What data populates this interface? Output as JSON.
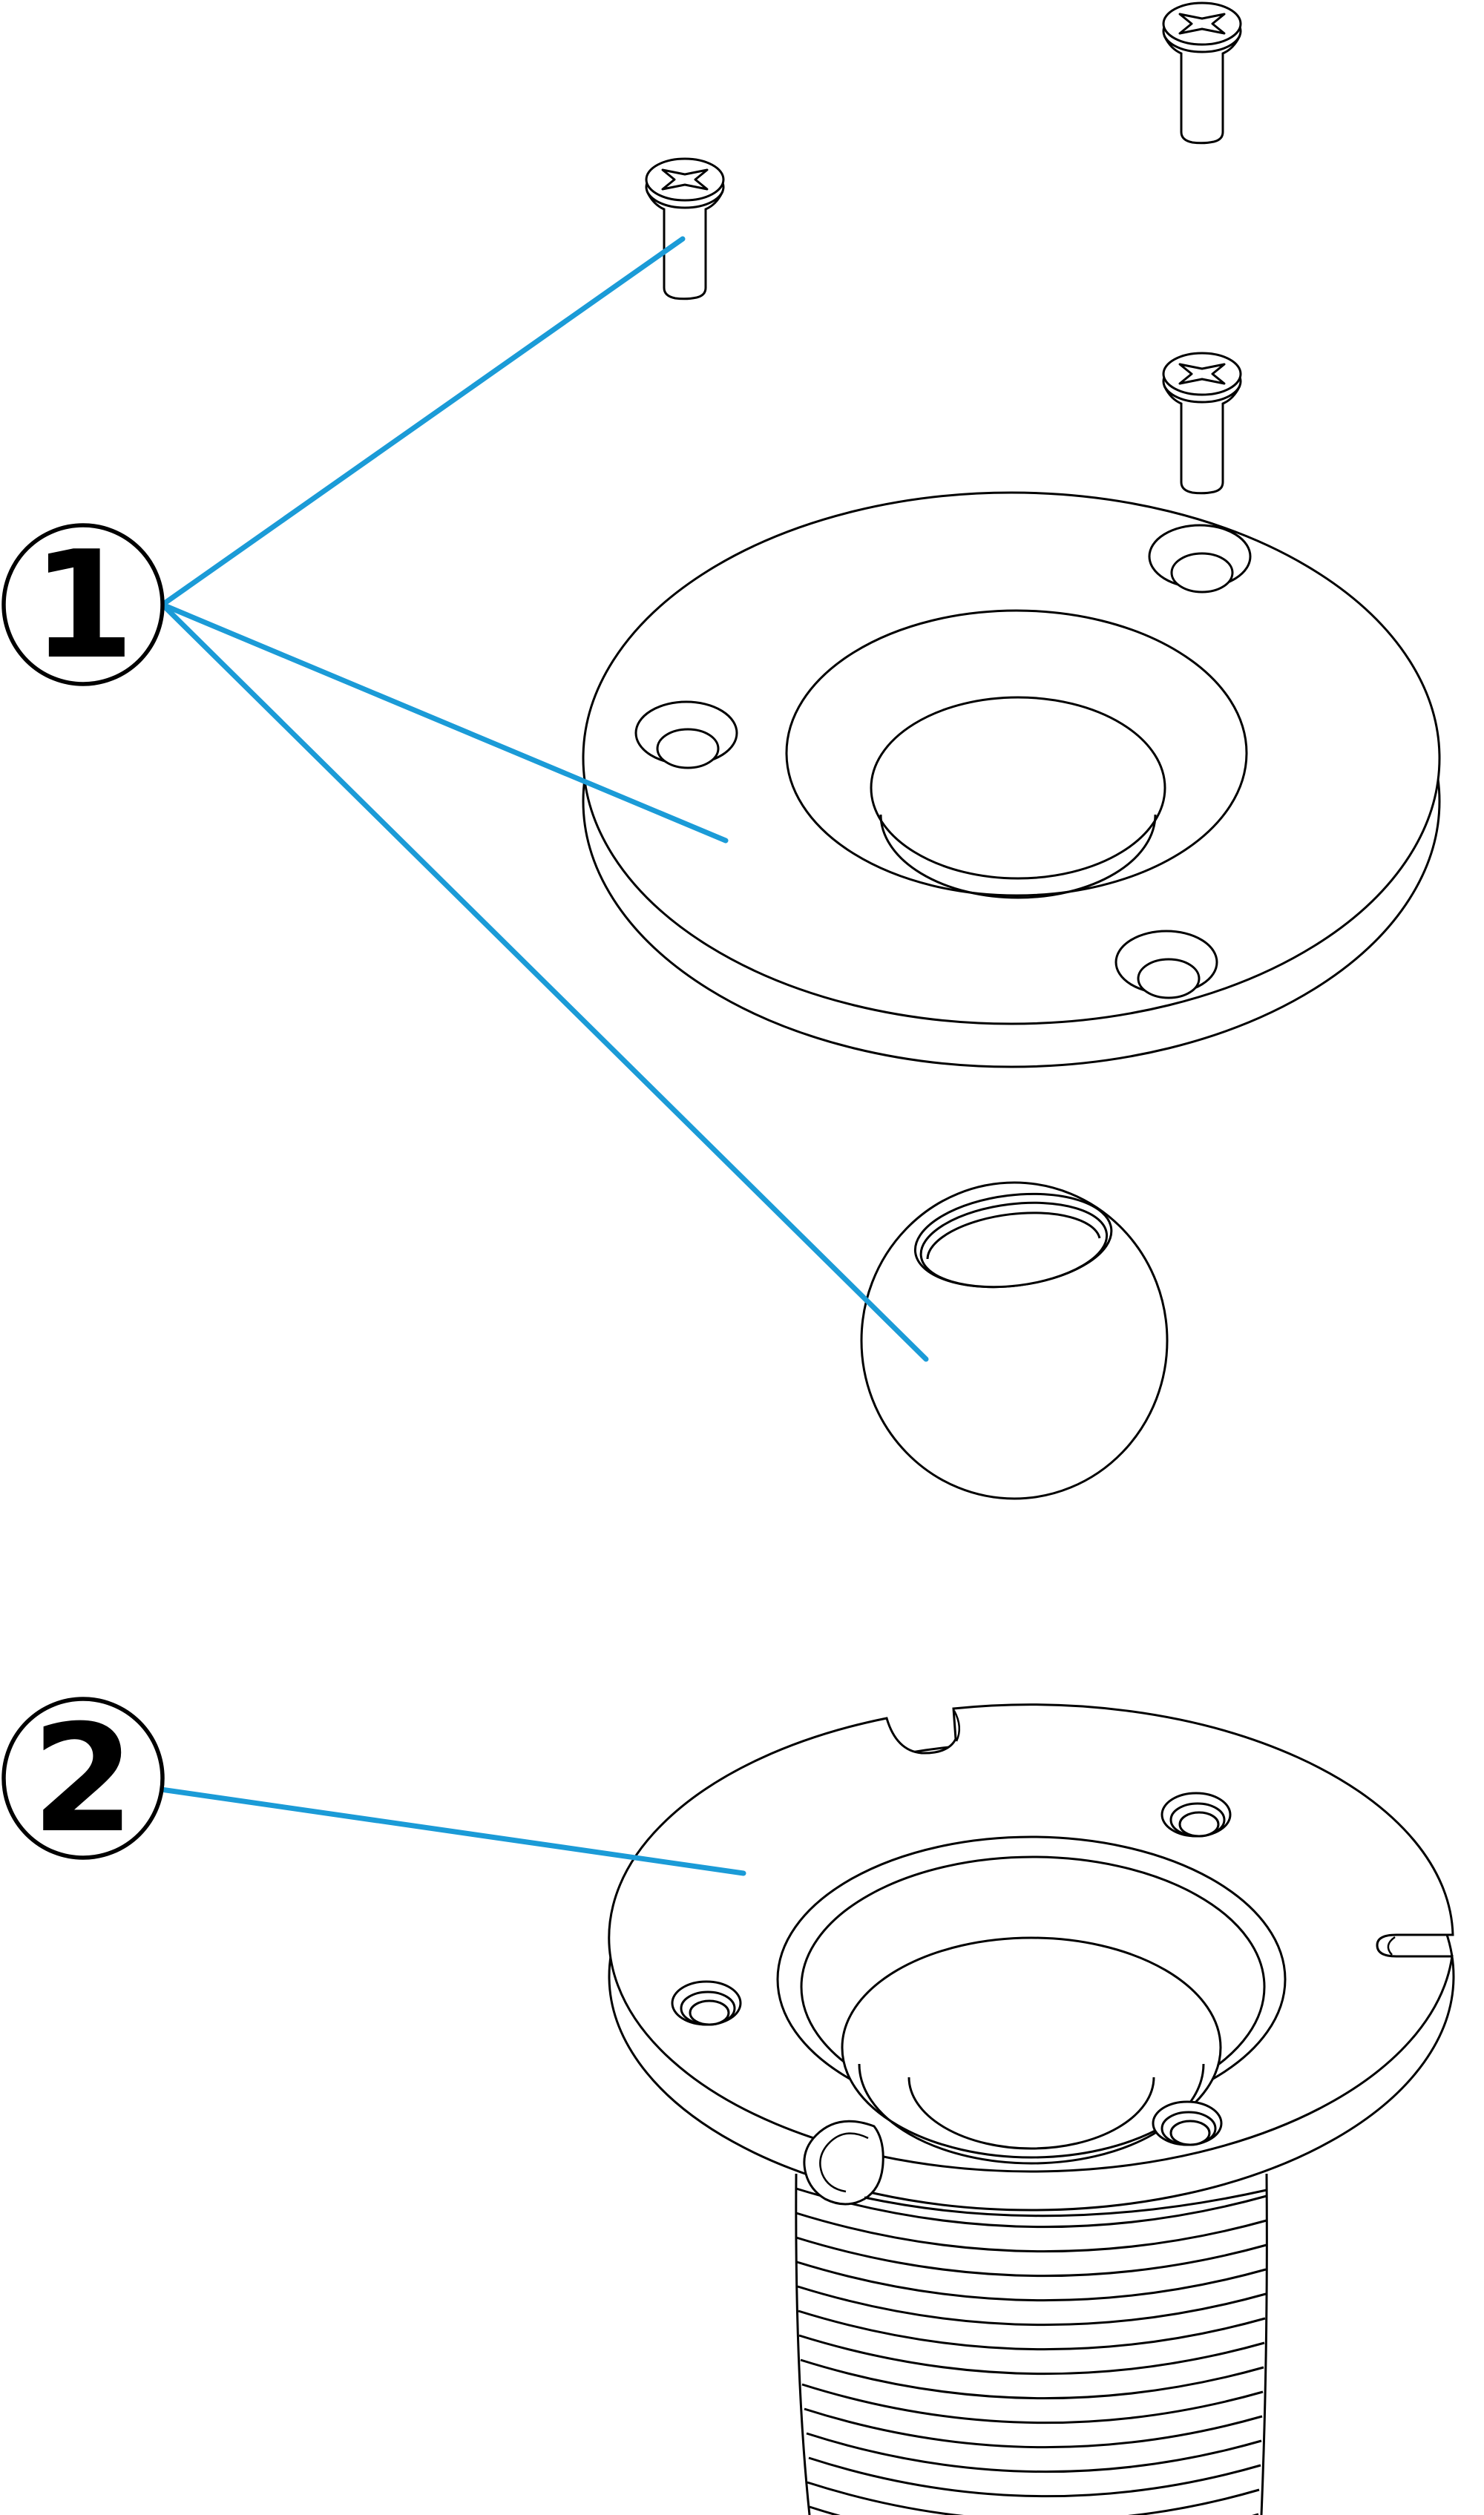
{
  "colors": {
    "background": "#ffffff",
    "outline": "#000000",
    "leader": "#1b9bd7"
  },
  "callouts": [
    {
      "label": "1"
    },
    {
      "label": "2"
    }
  ],
  "parts": [
    {
      "name": "countersunk-screw",
      "quantity": 3
    },
    {
      "name": "cover-flange"
    },
    {
      "name": "ball"
    },
    {
      "name": "threaded-housing"
    }
  ]
}
